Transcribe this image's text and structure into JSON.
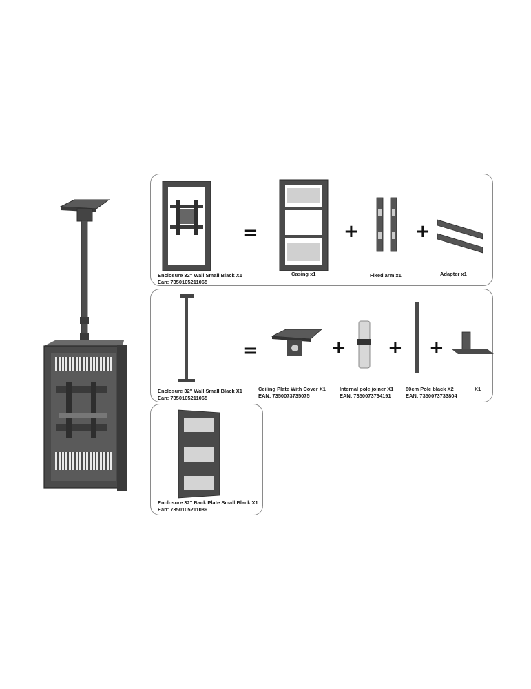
{
  "product": {
    "name": "ceiling-mounted portrait enclosure"
  },
  "panels": {
    "wall_kit": {
      "main_caption_line1": "Enclosure 32\" Wall Small Black X1",
      "main_caption_line2": "Ean: 7350105211065",
      "equals": "=",
      "plus": "+",
      "casing_caption": "Casing x1",
      "fixed_arm_caption": "Fixed arm x1",
      "adapter_caption": "Adapter x1"
    },
    "ceiling_kit": {
      "main_caption_line1": "Enclosure 32\" Wall Small Black X1",
      "main_caption_line2": "Ean: 7350105211065",
      "equals": "=",
      "plus": "+",
      "ceiling_plate_line1": "Ceiling Plate With Cover X1",
      "ceiling_plate_line2": "EAN: 7350073735075",
      "pole_joiner_line1": "Internal pole joiner X1",
      "pole_joiner_line2": "EAN: 7350073734191",
      "pole_line1": "80cm Pole black X2",
      "pole_line2": "EAN:  7350073733804",
      "last_qty": "X1"
    },
    "back_plate": {
      "caption_line1": "Enclosure 32\" Back Plate Small Black X1",
      "caption_line2": "Ean: 7350105211089"
    }
  },
  "colors": {
    "metal": "#4a4a4a",
    "metal_dark": "#2e2e2e",
    "metal_light": "#7a7a7a",
    "panel_border": "#8a8a8a"
  }
}
